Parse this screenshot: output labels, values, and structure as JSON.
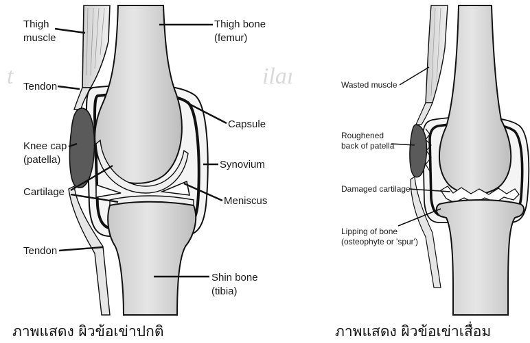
{
  "left_panel": {
    "labels": {
      "thigh_muscle_1": "Thigh",
      "thigh_muscle_2": "muscle",
      "thigh_bone_1": "Thigh bone",
      "thigh_bone_2": "(femur)",
      "tendon_upper": "Tendon",
      "capsule": "Capsule",
      "knee_cap_1": "Knee cap",
      "knee_cap_2": "(patella)",
      "synovium": "Synovium",
      "cartilage": "Cartilage",
      "meniscus": "Meniscus",
      "tendon_lower": "Tendon",
      "shin_bone_1": "Shin bone",
      "shin_bone_2": "(tibia)"
    },
    "caption": "ภาพแสดง ผิวข้อเข่าปกติ"
  },
  "right_panel": {
    "labels": {
      "wasted_muscle": "Wasted muscle",
      "roughened_1": "Roughened",
      "roughened_2": "back of patella",
      "damaged_cartilage": "Damaged cartilage",
      "lipping_1": "Lipping of bone",
      "lipping_2": "(osteophyte or 'spur')"
    },
    "caption": "ภาพแสดง ผิวข้อเข่าเสื่อม"
  },
  "watermark": {
    "left": "t",
    "right": "ilaı"
  },
  "colors": {
    "bone": "#d8d8d8",
    "bone_shade": "#b9b9b9",
    "patella": "#5a5a5a",
    "outline": "#111111",
    "capsule_fill": "#f2f2f2"
  }
}
